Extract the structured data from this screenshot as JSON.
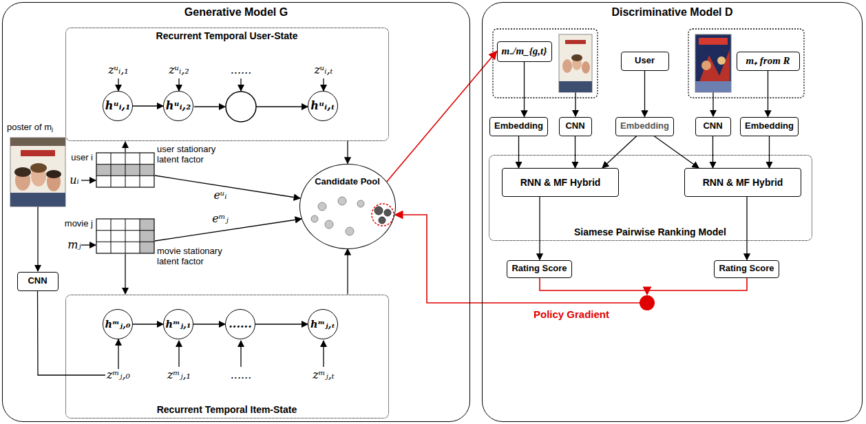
{
  "diagram": {
    "nodes": [
      {
        "text": [
          "Generative Model G"
        ]
      },
      {
        "text": [
          "Recurrent Temporal User-State"
        ],
        "in": 0
      },
      {
        "text": [
          "hᵘᵢ,₁"
        ],
        "in": 1
      },
      {
        "text": [
          "hᵘᵢ,₂"
        ],
        "in": 1
      },
      {
        "text": [
          "hᵘᵢ,ₜ"
        ],
        "in": 1
      },
      {
        "text": [
          "Candidate Pool"
        ],
        "in": 0
      },
      {
        "text": [
          "CNN"
        ],
        "in": 0
      },
      {
        "text": [
          "Recurrent Temporal Item-State"
        ],
        "in": 0
      },
      {
        "text": [
          "hᵐⱼ,₀"
        ],
        "in": 7
      },
      {
        "text": [
          "hᵐⱼ,₁"
        ],
        "in": 7
      },
      {
        "text": [
          "......"
        ],
        "in": 7
      },
      {
        "text": [
          "hᵐⱼ,ₜ"
        ],
        "in": 7
      },
      {
        "text": [
          "Discriminative Model D"
        ]
      },
      {
        "text": [
          "m₋/m_{g,t}"
        ],
        "in": 12
      },
      {
        "text": [
          "User"
        ],
        "in": 12
      },
      {
        "text": [
          "m₊ from R"
        ],
        "in": 12
      },
      {
        "text": [
          "Embedding"
        ],
        "in": 12
      },
      {
        "text": [
          "CNN"
        ],
        "in": 12
      },
      {
        "text": [
          "Embedding"
        ],
        "in": 12
      },
      {
        "text": [
          "CNN"
        ],
        "in": 12
      },
      {
        "text": [
          "Embedding"
        ],
        "in": 12
      },
      {
        "text": [
          "Siamese Pairwise Ranking Model"
        ],
        "in": 12
      },
      {
        "text": [
          "RNN & MF Hybrid"
        ],
        "in": 21
      },
      {
        "text": [
          "RNN & MF Hybrid"
        ],
        "in": 21
      },
      {
        "text": [
          "Rating Score"
        ],
        "in": 12
      },
      {
        "text": [
          "Rating Score"
        ],
        "in": 12
      }
    ],
    "edges": [
      {
        "from": 2,
        "to": 3,
        "arrow": "to"
      },
      {
        "from": 1,
        "to": 5,
        "arrow": "to"
      },
      {
        "from": 6,
        "to": 8,
        "arrow": "to",
        "label": "zᵐⱼ,₀"
      },
      {
        "from": 8,
        "to": 9,
        "arrow": "to"
      },
      {
        "from": 9,
        "to": 10,
        "arrow": "to"
      },
      {
        "from": 10,
        "to": 11,
        "arrow": "to"
      },
      {
        "from": 7,
        "to": 5,
        "arrow": "to"
      },
      {
        "from": 5,
        "to": 13,
        "arrow": "to"
      },
      {
        "from": 13,
        "to": 16,
        "arrow": "to"
      },
      {
        "from": 14,
        "to": 18,
        "arrow": "to"
      },
      {
        "from": 15,
        "to": 20,
        "arrow": "to"
      },
      {
        "from": 16,
        "to": 22,
        "arrow": "to"
      },
      {
        "from": 17,
        "to": 22,
        "arrow": "to"
      },
      {
        "from": 18,
        "to": 22,
        "arrow": "to"
      },
      {
        "from": 18,
        "to": 23,
        "arrow": "to"
      },
      {
        "from": 19,
        "to": 23,
        "arrow": "to"
      },
      {
        "from": 20,
        "to": 23,
        "arrow": "to"
      },
      {
        "from": 22,
        "to": 24,
        "arrow": "to"
      },
      {
        "from": 23,
        "to": 25,
        "arrow": "to"
      }
    ],
    "labels": [
      "zᵘᵢ,₁",
      "zᵘᵢ,₂",
      "......",
      "zᵘᵢ,ₜ",
      "poster of mⱼ",
      "user i",
      "uᵢ",
      "user stationary latent factor",
      "eᵘᵢ",
      "movie j",
      "mⱼ",
      "movie stationary latent factor",
      "eᵐⱼ",
      "zᵐⱼ,₁",
      "......",
      "zᵐⱼ,ₜ",
      "Policy Gradient"
    ]
  }
}
